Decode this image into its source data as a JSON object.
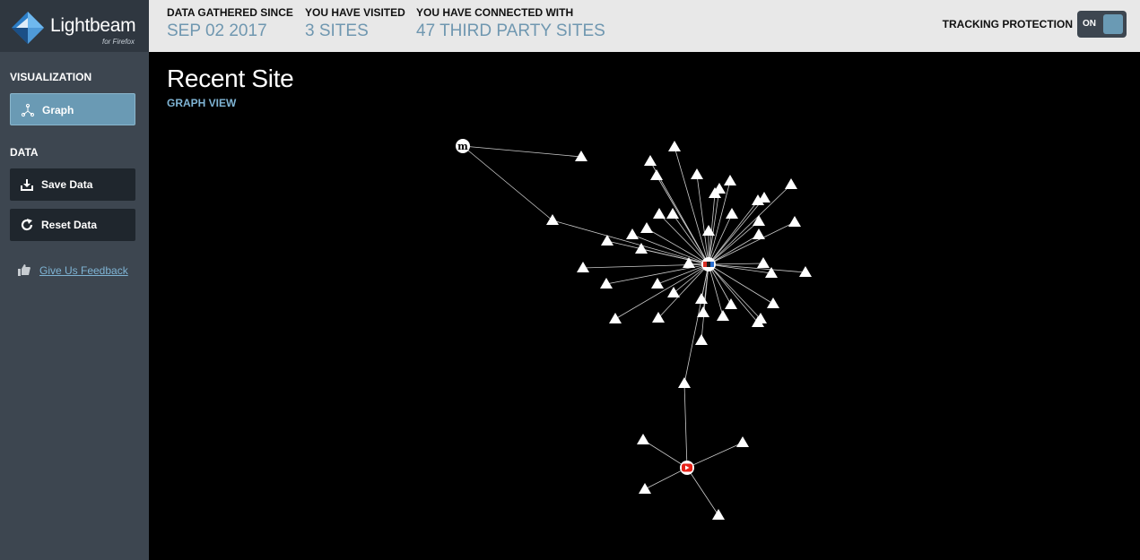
{
  "app": {
    "name": "Lightbeam",
    "subtitle": "for Firefox"
  },
  "sidebar": {
    "visualization_title": "VISUALIZATION",
    "graph_button": "Graph",
    "data_title": "DATA",
    "save_button": "Save Data",
    "reset_button": "Reset Data",
    "feedback_link": "Give Us Feedback"
  },
  "header": {
    "gathered_label": "DATA GATHERED SINCE",
    "gathered_value": "SEP 02 2017",
    "visited_label": "YOU HAVE VISITED",
    "visited_value": "3 SITES",
    "connected_label": "YOU HAVE CONNECTED WITH",
    "connected_value": "47 THIRD PARTY SITES",
    "tracking_label": "TRACKING PROTECTION",
    "tracking_state": "ON"
  },
  "main": {
    "title": "Recent Site",
    "view_label": "GRAPH VIEW"
  },
  "graph": {
    "visited_sites": [
      {
        "id": "m",
        "icon": "m-site-icon",
        "badge": "m"
      },
      {
        "id": "hub",
        "icon": "hub-site-icon"
      },
      {
        "id": "yt",
        "icon": "youtube-icon"
      }
    ],
    "third_party_count": 47
  },
  "colors": {
    "accent": "#6a9ab4",
    "sidebar": "#3d4650",
    "header": "#e8e8e8",
    "graph_background": "#000000",
    "edge": "#cccccc",
    "node": "#ffffff",
    "youtube": "#e62117"
  }
}
